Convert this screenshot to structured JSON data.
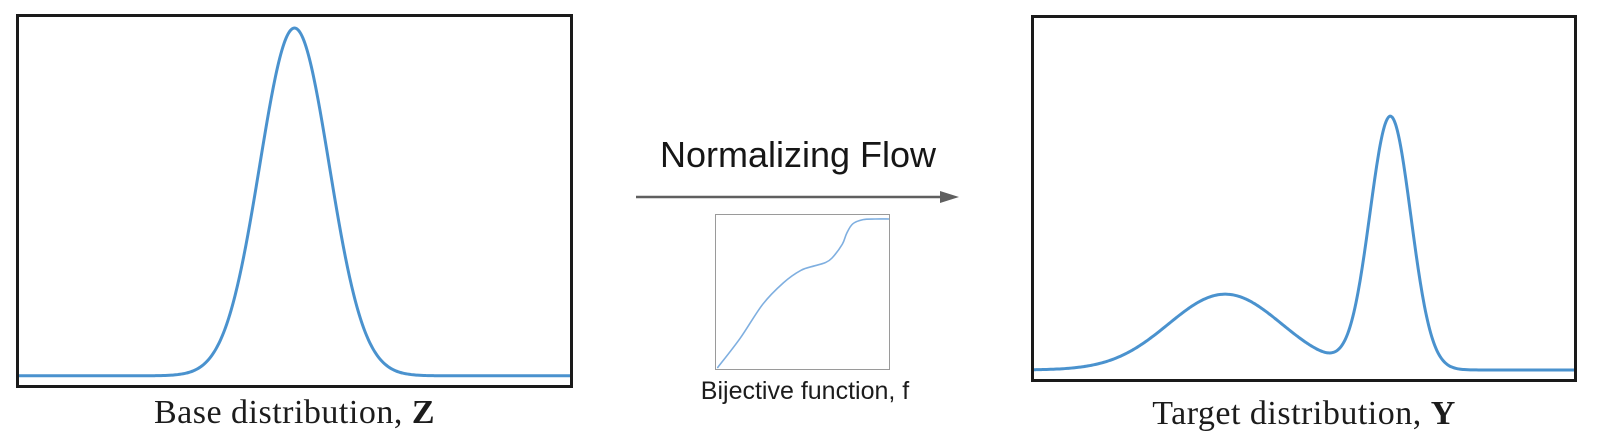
{
  "colors": {
    "curve_blue": "#4a92ce",
    "light_blue": "#7fafe0",
    "arrow_gray": "#5f5f5f",
    "box_border": "#1a1a1a",
    "small_box_border": "#9a9a9a",
    "text_black": "#1c1c1c"
  },
  "panels": {
    "base": {
      "label_prefix": "Base distribution, ",
      "label_var": "Z"
    },
    "target": {
      "label_prefix": "Target distribution, ",
      "label_var": "Y"
    },
    "flow": {
      "title": "Normalizing Flow",
      "function_label": "Bijective function, f"
    }
  },
  "chart_data": [
    {
      "id": "base-distribution",
      "type": "line",
      "curve": "density-sum-of-gaussians",
      "title": "Base distribution, Z",
      "axes_visible": false,
      "grid": false,
      "legend": false,
      "baseline_frac": 0.975,
      "components": [
        {
          "center_frac": 0.5,
          "height_frac": 0.945,
          "sigma_frac": 0.063
        }
      ],
      "stroke": "#4a92ce",
      "stroke_width": 3
    },
    {
      "id": "target-distribution",
      "type": "line",
      "curve": "density-sum-of-gaussians",
      "title": "Target distribution, Y",
      "axes_visible": false,
      "grid": false,
      "legend": false,
      "baseline_frac": 0.975,
      "components": [
        {
          "center_frac": 0.354,
          "height_frac": 0.21,
          "sigma_frac": 0.105
        },
        {
          "center_frac": 0.66,
          "height_frac": 0.7,
          "sigma_frac": 0.038
        }
      ],
      "stroke": "#4a92ce",
      "stroke_width": 3
    },
    {
      "id": "bijective-function",
      "type": "line",
      "curve": "monotonic-points",
      "title": "Bijective function, f",
      "axes_visible": false,
      "grid": false,
      "legend": false,
      "points_frac": [
        [
          0.01,
          0.99
        ],
        [
          0.14,
          0.8
        ],
        [
          0.27,
          0.58
        ],
        [
          0.39,
          0.44
        ],
        [
          0.49,
          0.36
        ],
        [
          0.57,
          0.33
        ],
        [
          0.63,
          0.31
        ],
        [
          0.67,
          0.28
        ],
        [
          0.73,
          0.19
        ],
        [
          0.755,
          0.12
        ],
        [
          0.79,
          0.058
        ],
        [
          0.85,
          0.03
        ],
        [
          0.92,
          0.026
        ],
        [
          1.0,
          0.026
        ]
      ],
      "stroke": "#7fafe0",
      "stroke_width": 1.6
    }
  ]
}
